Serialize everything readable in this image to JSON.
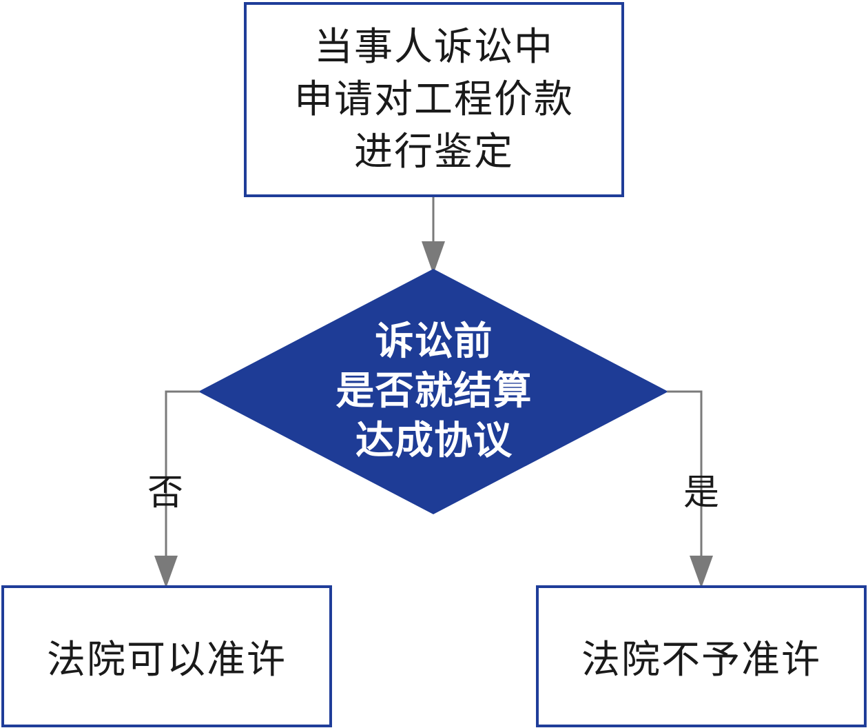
{
  "colors": {
    "box_border": "#1f3d99",
    "diamond_fill": "#1e3c96",
    "diamond_text": "#ffffff",
    "connector": "#7a7a7a",
    "text": "#1a1a1a"
  },
  "start": {
    "lines": [
      "当事人诉讼中",
      "申请对工程价款",
      "进行鉴定"
    ]
  },
  "decision": {
    "lines": [
      "诉讼前",
      "是否就结算",
      "达成协议"
    ]
  },
  "branches": {
    "no": {
      "label": "否",
      "result": "法院可以准许"
    },
    "yes": {
      "label": "是",
      "result": "法院不予准许"
    }
  }
}
